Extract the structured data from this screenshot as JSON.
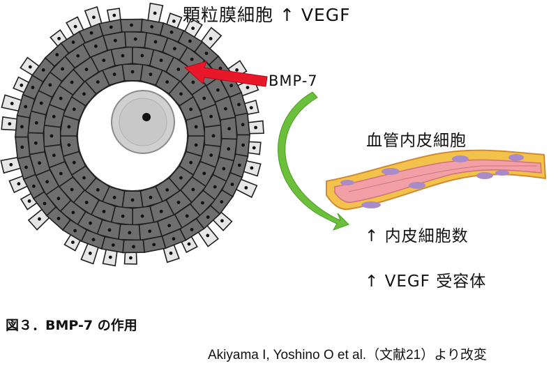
{
  "labels": {
    "granulosa": "顆粒膜細胞 ↑ VEGF",
    "bmp7": "BMP-7",
    "endothelial": "血管内皮細胞",
    "endothelial_count": "↑ 内皮細胞数",
    "vegf_receptor": "↑ VEGF 受容体"
  },
  "caption": {
    "figure": "図３．BMP-7 の作用",
    "citation": "Akiyama I, Yoshino O  et al.（文献21）より改変"
  },
  "colors": {
    "red_arrow": "#e8182a",
    "green_arrow": "#6cbf3a",
    "cell_fill": "#6e6e6e",
    "outer_cell_fill": "#e6e6e6",
    "oocyte": "#d0d0d0",
    "vessel_outer": "#f3c24b",
    "vessel_inner": "#f2a0a6"
  }
}
